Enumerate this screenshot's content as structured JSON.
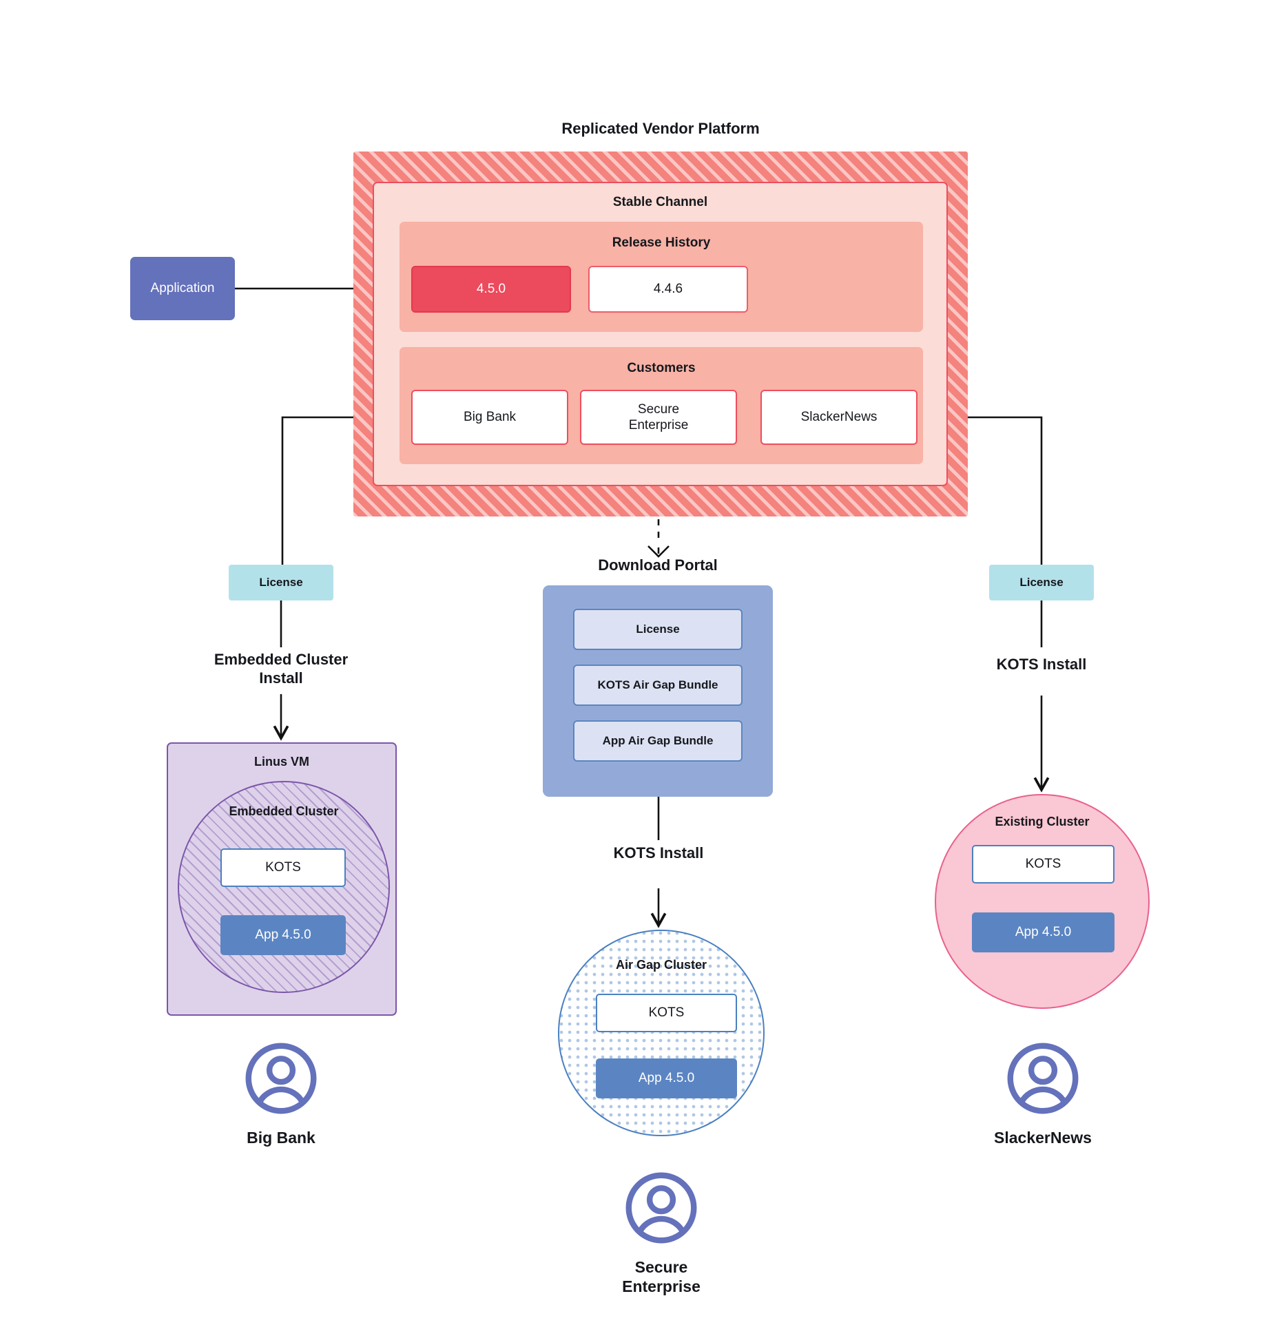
{
  "diagram": {
    "title": "Replicated Vendor Platform"
  },
  "application": {
    "label": "Application"
  },
  "vendor_platform": {
    "stable_channel": {
      "label": "Stable Channel",
      "release_history": {
        "label": "Release History",
        "releases": [
          {
            "version": "4.5.0",
            "state": "current"
          },
          {
            "version": "4.4.6",
            "state": "previous"
          }
        ]
      },
      "customers": {
        "label": "Customers",
        "items": [
          {
            "name": "Big Bank"
          },
          {
            "name": "Secure\nEnterprise"
          },
          {
            "name": "SlackerNews"
          }
        ]
      }
    }
  },
  "branches": {
    "left": {
      "license_label": "License",
      "install_label": "Embedded Cluster\nInstall",
      "host_label": "Linus VM",
      "cluster_label": "Embedded Cluster",
      "kots_label": "KOTS",
      "app_label": "App 4.5.0",
      "persona_label": "Big Bank"
    },
    "center": {
      "portal_title": "Download  Portal",
      "portal_items": [
        {
          "label": "License"
        },
        {
          "label": "KOTS Air Gap Bundle"
        },
        {
          "label": "App Air Gap Bundle"
        }
      ],
      "install_label": "KOTS Install",
      "cluster_label": "Air Gap Cluster",
      "kots_label": "KOTS",
      "app_label": "App 4.5.0",
      "persona_label": "Secure\nEnterprise"
    },
    "right": {
      "license_label": "License",
      "install_label": "KOTS Install",
      "cluster_label": "Existing Cluster",
      "kots_label": "KOTS",
      "app_label": "App 4.5.0",
      "persona_label": "SlackerNews"
    }
  },
  "colors": {
    "vendor_frame": "#F4827D",
    "stable_channel": "#FBDCD7",
    "release_panel": "#F8B2A6",
    "release_current": "#EC4A5D",
    "accent_red": "#EE4D5E",
    "application": "#6471BB",
    "license_chip": "#B3E1EA",
    "portal": "#93AAD8",
    "portal_item": "#DCE2F3",
    "app_box": "#5B85C2",
    "kots_border": "#4A80C0",
    "linux_vm": "#DED2EB",
    "linux_vm_border": "#7B56A8",
    "existing_cluster": "#FAC7D4",
    "existing_cluster_border": "#E8618C",
    "persona": "#6471BB"
  },
  "icons": {
    "persona": "user-circle-icon"
  }
}
